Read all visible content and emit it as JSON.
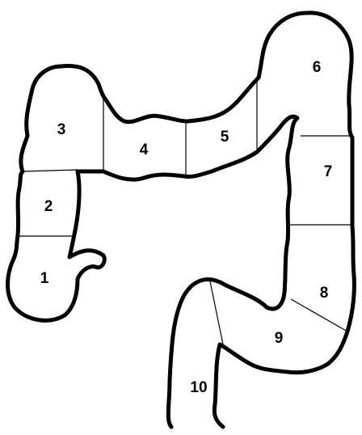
{
  "diagram": {
    "segments": [
      {
        "label": "1"
      },
      {
        "label": "2"
      },
      {
        "label": "3"
      },
      {
        "label": "4"
      },
      {
        "label": "5"
      },
      {
        "label": "6"
      },
      {
        "label": "7"
      },
      {
        "label": "8"
      },
      {
        "label": "9"
      },
      {
        "label": "10"
      }
    ],
    "colors": {
      "outline": "#000000",
      "background": "#ffffff"
    }
  }
}
